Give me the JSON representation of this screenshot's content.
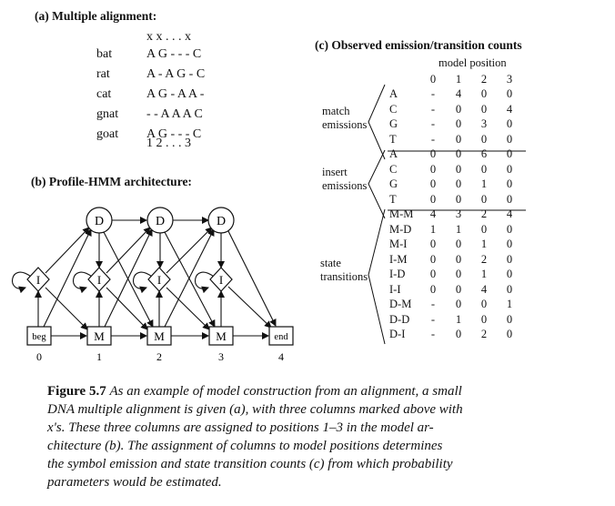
{
  "section_a": {
    "title": "(a) Multiple alignment:",
    "column_marks": "x x . . . x",
    "rows": [
      {
        "name": "bat",
        "seq": "A G - - - C"
      },
      {
        "name": "rat",
        "seq": "A - A G - C"
      },
      {
        "name": "cat",
        "seq": "A G - A A -"
      },
      {
        "name": "gnat",
        "seq": "- - A A A C"
      },
      {
        "name": "goat",
        "seq": "A G - - - C"
      }
    ],
    "positions": "1 2 . . . 3"
  },
  "section_b": {
    "title": "(b) Profile-HMM architecture:",
    "d_label": "D",
    "i_label": "I",
    "m_label": "M",
    "beg_label": "beg",
    "end_label": "end",
    "position_numbers": [
      "0",
      "1",
      "2",
      "3",
      "4"
    ]
  },
  "section_c": {
    "title": "(c) Observed emission/transition counts",
    "header_label": "model position",
    "columns": [
      "0",
      "1",
      "2",
      "3"
    ],
    "groups": [
      {
        "label_lines": [
          "match",
          "emissions"
        ],
        "rows": [
          {
            "key": "A",
            "values": [
              "-",
              "4",
              "0",
              "0"
            ]
          },
          {
            "key": "C",
            "values": [
              "-",
              "0",
              "0",
              "4"
            ]
          },
          {
            "key": "G",
            "values": [
              "-",
              "0",
              "3",
              "0"
            ]
          },
          {
            "key": "T",
            "values": [
              "-",
              "0",
              "0",
              "0"
            ]
          }
        ]
      },
      {
        "label_lines": [
          "insert",
          "emissions"
        ],
        "rows": [
          {
            "key": "A",
            "values": [
              "0",
              "0",
              "6",
              "0"
            ]
          },
          {
            "key": "C",
            "values": [
              "0",
              "0",
              "0",
              "0"
            ]
          },
          {
            "key": "G",
            "values": [
              "0",
              "0",
              "1",
              "0"
            ]
          },
          {
            "key": "T",
            "values": [
              "0",
              "0",
              "0",
              "0"
            ]
          }
        ]
      },
      {
        "label_lines": [
          "state",
          "transitions"
        ],
        "rows": [
          {
            "key": "M-M",
            "values": [
              "4",
              "3",
              "2",
              "4"
            ]
          },
          {
            "key": "M-D",
            "values": [
              "1",
              "1",
              "0",
              "0"
            ]
          },
          {
            "key": "M-I",
            "values": [
              "0",
              "0",
              "1",
              "0"
            ]
          },
          {
            "key": "I-M",
            "values": [
              "0",
              "0",
              "2",
              "0"
            ]
          },
          {
            "key": "I-D",
            "values": [
              "0",
              "0",
              "1",
              "0"
            ]
          },
          {
            "key": "I-I",
            "values": [
              "0",
              "0",
              "4",
              "0"
            ]
          },
          {
            "key": "D-M",
            "values": [
              "-",
              "0",
              "0",
              "1"
            ]
          },
          {
            "key": "D-D",
            "values": [
              "-",
              "1",
              "0",
              "0"
            ]
          },
          {
            "key": "D-I",
            "values": [
              "-",
              "0",
              "2",
              "0"
            ]
          }
        ]
      }
    ]
  },
  "caption": {
    "figure_label": "Figure 5.7",
    "lines": [
      "As an example of model construction from an alignment, a small",
      "DNA multiple alignment is given (a), with three columns marked above with",
      "x's.  These three columns are assigned to positions 1–3 in the model ar-",
      "chitecture (b).  The assignment of columns to model positions determines",
      "the symbol emission and state transition counts (c) from which probability",
      "parameters would be estimated."
    ]
  }
}
